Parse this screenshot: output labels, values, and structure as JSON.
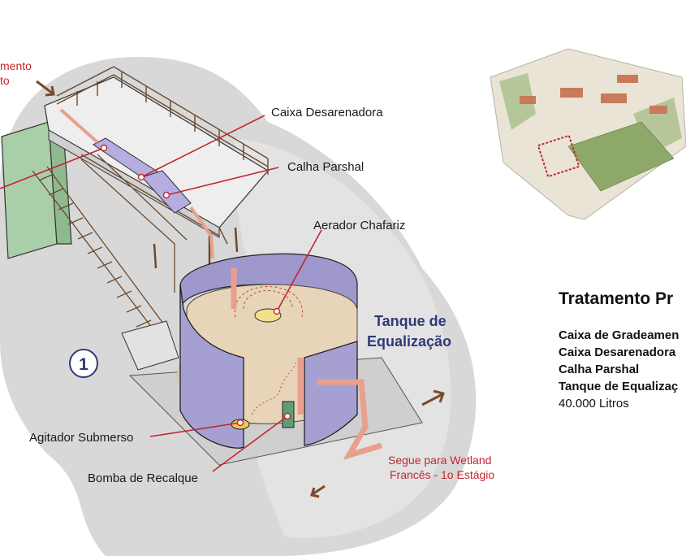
{
  "labels": {
    "gradeamento_partial": "mento\nto",
    "caixa_desarenadora": "Caixa Desarenadora",
    "calha_parshal": "Calha Parshal",
    "aerador_chafariz": "Aerador Chafariz",
    "tanque_line1": "Tanque de",
    "tanque_line2": "Equalização",
    "step_number": "1",
    "agitador_submerso": "Agitador Submerso",
    "bomba_de_recalque": "Bomba de Recalque",
    "segue_line1": "Segue para Wetland",
    "segue_line2": "Francês - 1o Estágio"
  },
  "panel": {
    "title": "Tratamento Pr",
    "items": [
      "Caixa de Gradeamen",
      "Caixa Desarenadora",
      "Calha Parshal",
      "Tanque de Equalizaç"
    ],
    "volume": "40.000 Litros"
  },
  "colors": {
    "blob": "#d9d9d9",
    "tank": "#a59fcf",
    "water": "#e6d2b6",
    "pipe": "#e8a08c",
    "accent_red": "#c4262e",
    "accent_blue": "#2e3a78",
    "arrow": "#7a4a2c"
  }
}
